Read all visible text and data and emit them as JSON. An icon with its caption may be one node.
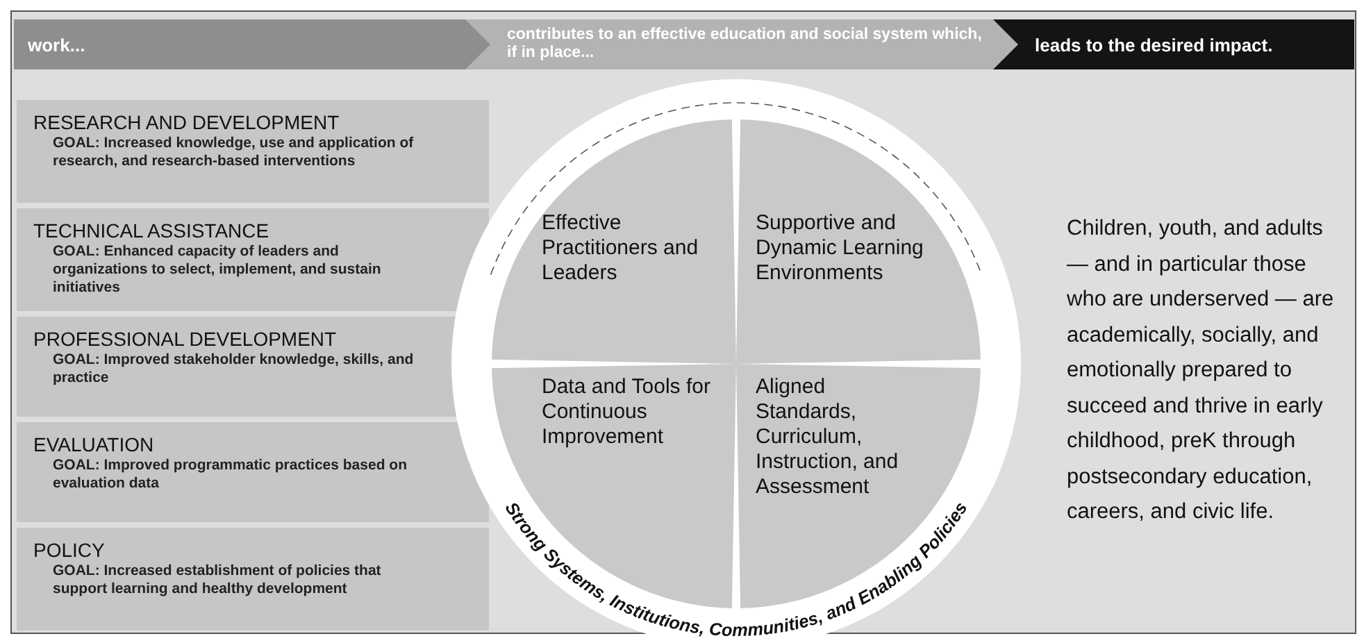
{
  "diagram": {
    "nodes": [
      {
        "text": [
          "work..."
        ]
      },
      {
        "text": [
          "contributes to an effective education and social system which, if in place..."
        ]
      },
      {
        "text": [
          "leads to the desired impact."
        ]
      },
      {
        "text": [
          "RESEARCH AND DEVELOPMENT",
          "GOAL: Increased knowledge, use and application of research, and research-based interventions"
        ]
      },
      {
        "text": [
          "TECHNICAL ASSISTANCE",
          "GOAL: Enhanced capacity of leaders and organizations to select, implement, and sustain initiatives"
        ]
      },
      {
        "text": [
          "PROFESSIONAL DEVELOPMENT",
          "GOAL: Improved stakeholder knowledge, skills, and practice"
        ]
      },
      {
        "text": [
          "EVALUATION",
          "GOAL: Improved programmatic practices based on evaluation data"
        ]
      },
      {
        "text": [
          "POLICY",
          "GOAL: Increased establishment of policies that support learning and healthy development"
        ]
      },
      {
        "text": [
          "Strong Systems, Institutions, Communities, and Enabling Policies"
        ]
      },
      {
        "text": [
          "Effective Practitioners and Leaders"
        ],
        "in": 8
      },
      {
        "text": [
          "Supportive and Dynamic Learning Environments"
        ],
        "in": 8
      },
      {
        "text": [
          "Data and Tools for Continuous Improvement"
        ],
        "in": 8
      },
      {
        "text": [
          "Aligned Standards, Curriculum, Instruction, and Assessment"
        ],
        "in": 8
      }
    ],
    "edges": [],
    "labels": [
      "Children, youth, and adults — and in particular those who are underserved — are academically, socially, and emotionally prepared to succeed and thrive in early childhood, preK through postsecondary education, careers, and civic life."
    ]
  }
}
